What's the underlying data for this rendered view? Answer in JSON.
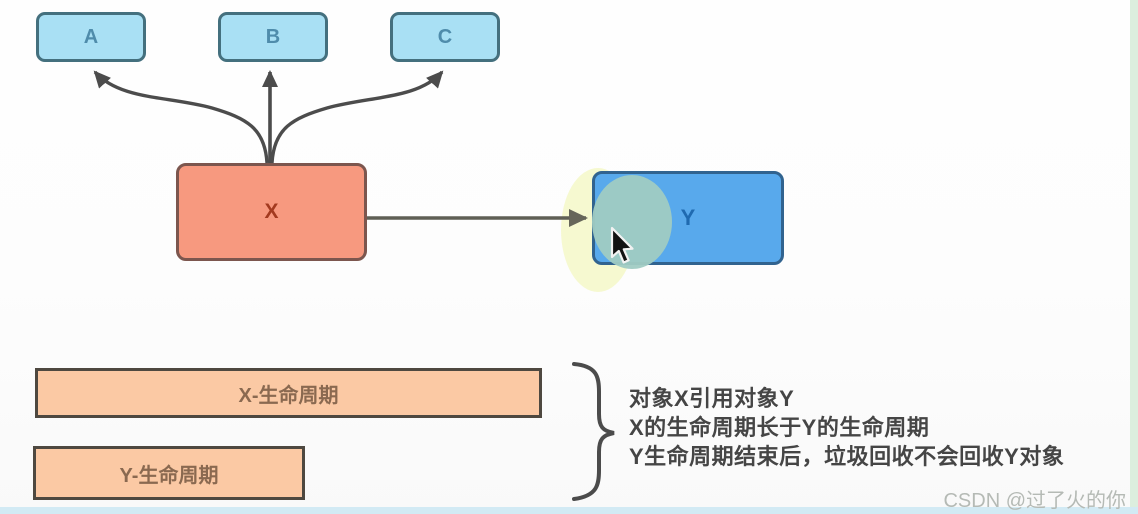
{
  "nodes": {
    "a": {
      "label": "A"
    },
    "b": {
      "label": "B"
    },
    "c": {
      "label": "C"
    },
    "x": {
      "label": "X"
    },
    "y": {
      "label": "Y"
    }
  },
  "bars": {
    "x_lifecycle": {
      "label": "X-生命周期"
    },
    "y_lifecycle": {
      "label": "Y-生命周期"
    }
  },
  "notes": {
    "line1": "对象X引用对象Y",
    "line2": "X的生命周期长于Y的生命周期",
    "line3": "Y生命周期结束后，垃圾回收不会回收Y对象"
  },
  "watermark": "CSDN @过了火的你",
  "colors": {
    "abc_fill": "#a9e0f4",
    "abc_border": "#44707e",
    "x_fill": "#f7997f",
    "x_border": "#7c564e",
    "y_fill": "#58a9ec",
    "y_border": "#31638f",
    "bar_fill": "#fbc9a4",
    "bar_border": "#4e4840",
    "arrow": "#4c4c4c",
    "highlight_glow": "#f4f7c4",
    "highlight_blob": "#a0cbc3",
    "bottom_strip": "#d2eaf4",
    "right_strip": "#dceede"
  }
}
